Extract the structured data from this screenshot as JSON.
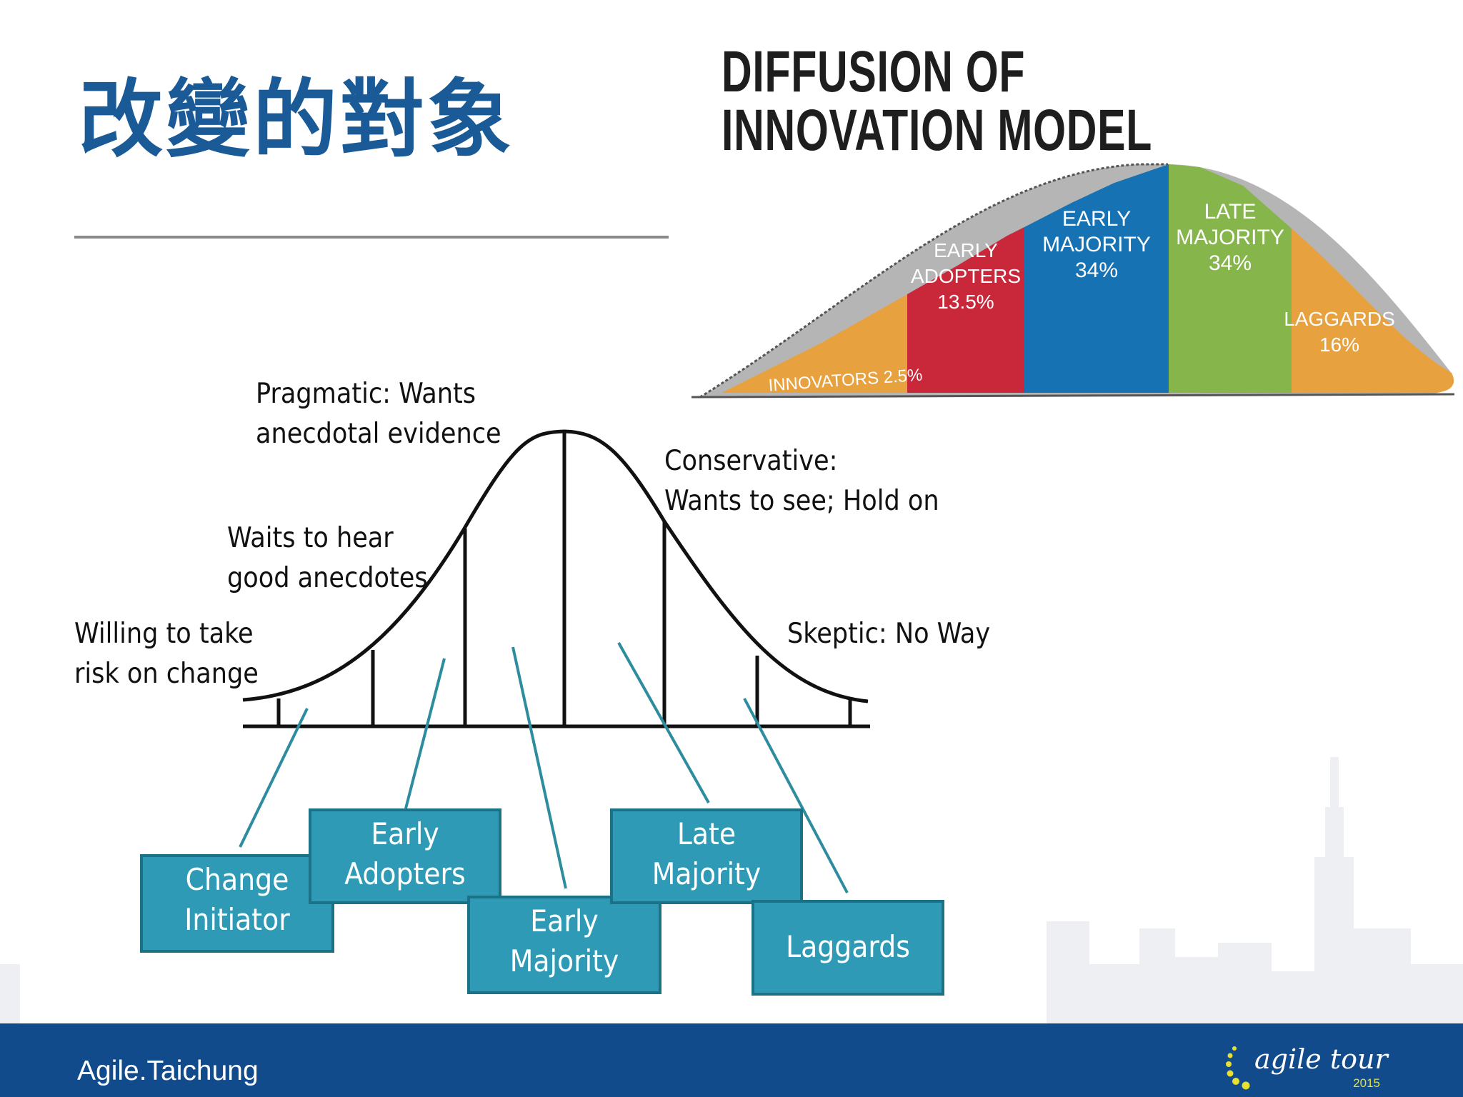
{
  "slide": {
    "title": "改變的對象",
    "footer": "Agile.Taichung"
  },
  "diffusion_model": {
    "heading": "DIFFUSION OF INNOVATION MODEL",
    "segments": [
      {
        "lines": [
          "INNOVATORS 2.5%"
        ],
        "color": "#e8a13f"
      },
      {
        "lines": [
          "EARLY",
          "ADOPTERS",
          "13.5%"
        ],
        "color": "#c8283a"
      },
      {
        "lines": [
          "EARLY",
          "MAJORITY",
          "34%"
        ],
        "color": "#1672b3"
      },
      {
        "lines": [
          "LATE",
          "MAJORITY",
          "34%"
        ],
        "color": "#86b54c"
      },
      {
        "lines": [
          "LAGGARDS",
          "16%"
        ],
        "color": "#e8a13f"
      }
    ]
  },
  "bell_curve": {
    "annotations": [
      {
        "lines": [
          "Pragmatic: Wants",
          "anecdotal evidence"
        ]
      },
      {
        "lines": [
          "Waits to hear",
          "good anecdotes"
        ]
      },
      {
        "lines": [
          "Willing to take",
          "risk on change"
        ]
      },
      {
        "lines": [
          "Conservative:",
          "Wants to see; Hold on"
        ]
      },
      {
        "lines": [
          "Skeptic: No Way"
        ]
      }
    ],
    "boxes": [
      {
        "lines": [
          "Change",
          "Initiator"
        ]
      },
      {
        "lines": [
          "Early",
          "Adopters"
        ]
      },
      {
        "lines": [
          "Early",
          "Majority"
        ]
      },
      {
        "lines": [
          "Late",
          "Majority"
        ]
      },
      {
        "lines": [
          "Laggards"
        ]
      }
    ],
    "box_color": "#2e9ab5"
  },
  "logo": {
    "text": "agile tour",
    "year": "2015",
    "dot_color": "#e8e030"
  }
}
